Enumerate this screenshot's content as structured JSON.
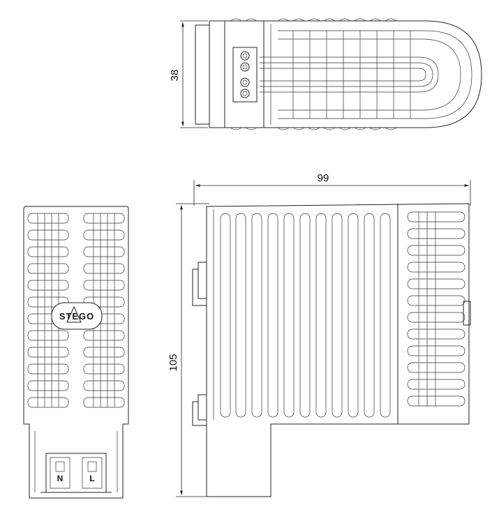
{
  "dimensions": {
    "height_top_view": "38",
    "width_side_view": "99",
    "height_side_view": "105"
  },
  "front_view": {
    "logo_text": "STEGO",
    "terminal_labels": [
      "N",
      "L"
    ]
  },
  "colors": {
    "line": "#222222",
    "background": "#ffffff"
  }
}
